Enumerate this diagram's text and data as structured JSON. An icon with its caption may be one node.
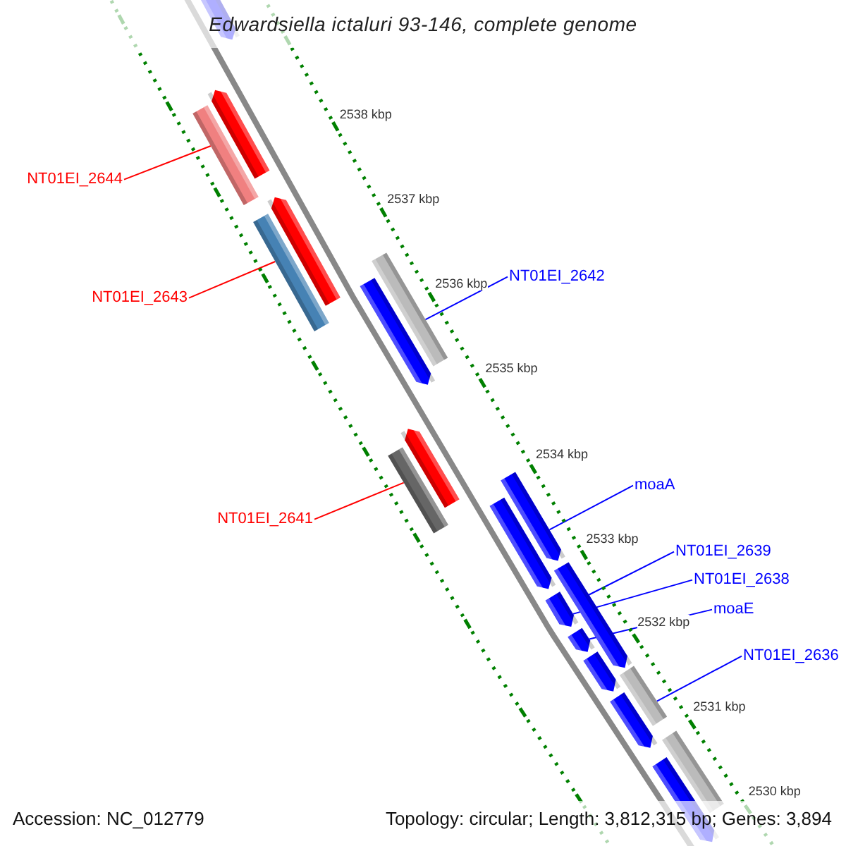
{
  "diagram": {
    "title": "Edwardsiella ictaluri 93-146, complete genome",
    "nodes": [
      {
        "text": [
          "NT01EI_2644"
        ]
      },
      {
        "text": [
          "NT01EI_2643"
        ]
      },
      {
        "text": [
          "NT01EI_2642"
        ]
      },
      {
        "text": [
          "NT01EI_2641"
        ]
      },
      {
        "text": [
          "moaA"
        ]
      },
      {
        "text": [
          "NT01EI_2639"
        ]
      },
      {
        "text": [
          "NT01EI_2638"
        ]
      },
      {
        "text": [
          "moaE"
        ]
      },
      {
        "text": [
          "NT01EI_2636"
        ]
      },
      {
        "text": [],
        "shape": "arrow"
      },
      {
        "text": [],
        "shape": "arrow"
      },
      {
        "text": [],
        "shape": "bar"
      },
      {
        "text": [],
        "shape": "arrow"
      },
      {
        "text": [],
        "shape": "bar"
      },
      {
        "text": [],
        "shape": "arrow"
      },
      {
        "text": [],
        "shape": "bar"
      },
      {
        "text": [],
        "shape": "arrow"
      },
      {
        "text": [],
        "shape": "bar"
      },
      {
        "text": [],
        "shape": "arrow"
      },
      {
        "text": [],
        "shape": "arrow"
      },
      {
        "text": [],
        "shape": "arrow"
      },
      {
        "text": [],
        "shape": "arrow"
      },
      {
        "text": [],
        "shape": "arrow"
      },
      {
        "text": [],
        "shape": "arrow"
      },
      {
        "text": [],
        "shape": "arrow"
      },
      {
        "text": [],
        "shape": "arrow"
      },
      {
        "text": [],
        "shape": "bar"
      },
      {
        "text": [],
        "shape": "bar"
      }
    ],
    "edges": [
      {
        "from": 0,
        "to": 11,
        "arrow": "none",
        "color": "#ff0000"
      },
      {
        "from": 1,
        "to": 13,
        "arrow": "none",
        "color": "#ff0000"
      },
      {
        "from": 2,
        "to": 15,
        "arrow": "none"
      },
      {
        "from": 3,
        "to": 17,
        "arrow": "none",
        "color": "#ff0000"
      },
      {
        "from": 4,
        "to": 19,
        "arrow": "none"
      },
      {
        "from": 5,
        "to": 20,
        "arrow": "none"
      },
      {
        "from": 6,
        "to": 21,
        "arrow": "none"
      },
      {
        "from": 7,
        "to": 22,
        "arrow": "none"
      },
      {
        "from": 8,
        "to": 26,
        "arrow": "none"
      }
    ],
    "labels": [
      "2538 kbp",
      "2537 kbp",
      "2536 kbp",
      "2535 kbp",
      "2534 kbp",
      "2533 kbp",
      "2532 kbp",
      "2531 kbp",
      "2530 kbp",
      "Accession: NC_012779",
      "Topology: circular; Length: 3,812,315 bp; Genes: 3,894"
    ]
  }
}
